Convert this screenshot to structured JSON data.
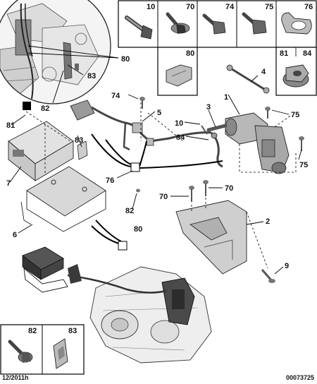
{
  "boxes": {
    "top_row": [
      "10",
      "70",
      "74",
      "75",
      "76"
    ],
    "middle": "80",
    "right_pair": [
      "81",
      "84"
    ],
    "bottom_pair": [
      "82",
      "83"
    ]
  },
  "callouts": {
    "c80a": "80",
    "c83a": "83",
    "c82a": "82",
    "c81": "81",
    "c7": "7",
    "c83b": "83",
    "c6": "6",
    "c76": "76",
    "c82b": "82",
    "c80b": "80",
    "c74": "74",
    "c5": "5",
    "c3": "3",
    "c1": "1",
    "c4": "4",
    "c10": "10",
    "c84": "84",
    "c75a": "75",
    "c75b": "75",
    "c70a": "70",
    "c70b": "70",
    "c2": "2",
    "c9": "9"
  },
  "footer": {
    "date_code": "12/2011h",
    "ref_code": "00073725"
  }
}
